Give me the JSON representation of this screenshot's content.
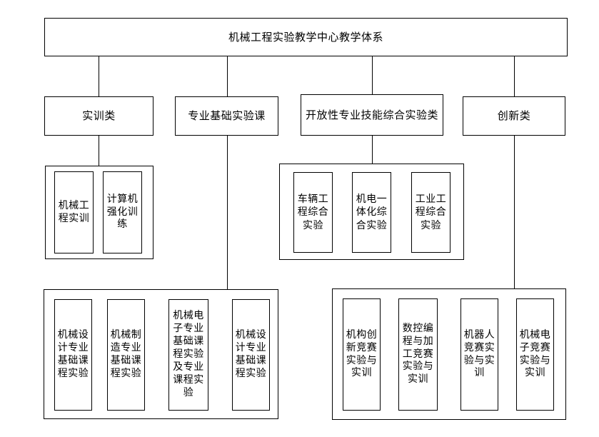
{
  "diagram": {
    "title": "机械工程实验教学中心教学体系",
    "categories": [
      {
        "id": "shixun",
        "label": "实训类"
      },
      {
        "id": "zhuanye-jichu",
        "label": "专业基础实验课"
      },
      {
        "id": "kaifangxing",
        "label": "开放性专业技能综合实验类"
      },
      {
        "id": "chuangxin",
        "label": "创新类"
      }
    ],
    "groups": {
      "shixun_items": [
        {
          "label": "机械工程实训"
        },
        {
          "label": "计算机强化训练"
        }
      ],
      "kaifangxing_items": [
        {
          "label": "车辆工程综合实验"
        },
        {
          "label": "机电一体化综合实验"
        },
        {
          "label": "工业工程综合实验"
        }
      ],
      "zhuanye_jichu_items": [
        {
          "label": "机械设计专业基础课程实验"
        },
        {
          "label": "机械制造专业基础课程实验"
        },
        {
          "label": "机械电子专业基础课程实验及专业课程实验"
        },
        {
          "label": "机械设计专业基础课程实验"
        }
      ],
      "chuangxin_items": [
        {
          "label": "机构创新竞赛实验与实训"
        },
        {
          "label": "数控编程与加工竞赛实验与实训"
        },
        {
          "label": "机器人竞赛实验与实训"
        },
        {
          "label": "机械电子竞赛实验与实训"
        }
      ]
    },
    "colors": {
      "background": "#ffffff",
      "stroke": "#000000",
      "text": "#000000"
    }
  }
}
